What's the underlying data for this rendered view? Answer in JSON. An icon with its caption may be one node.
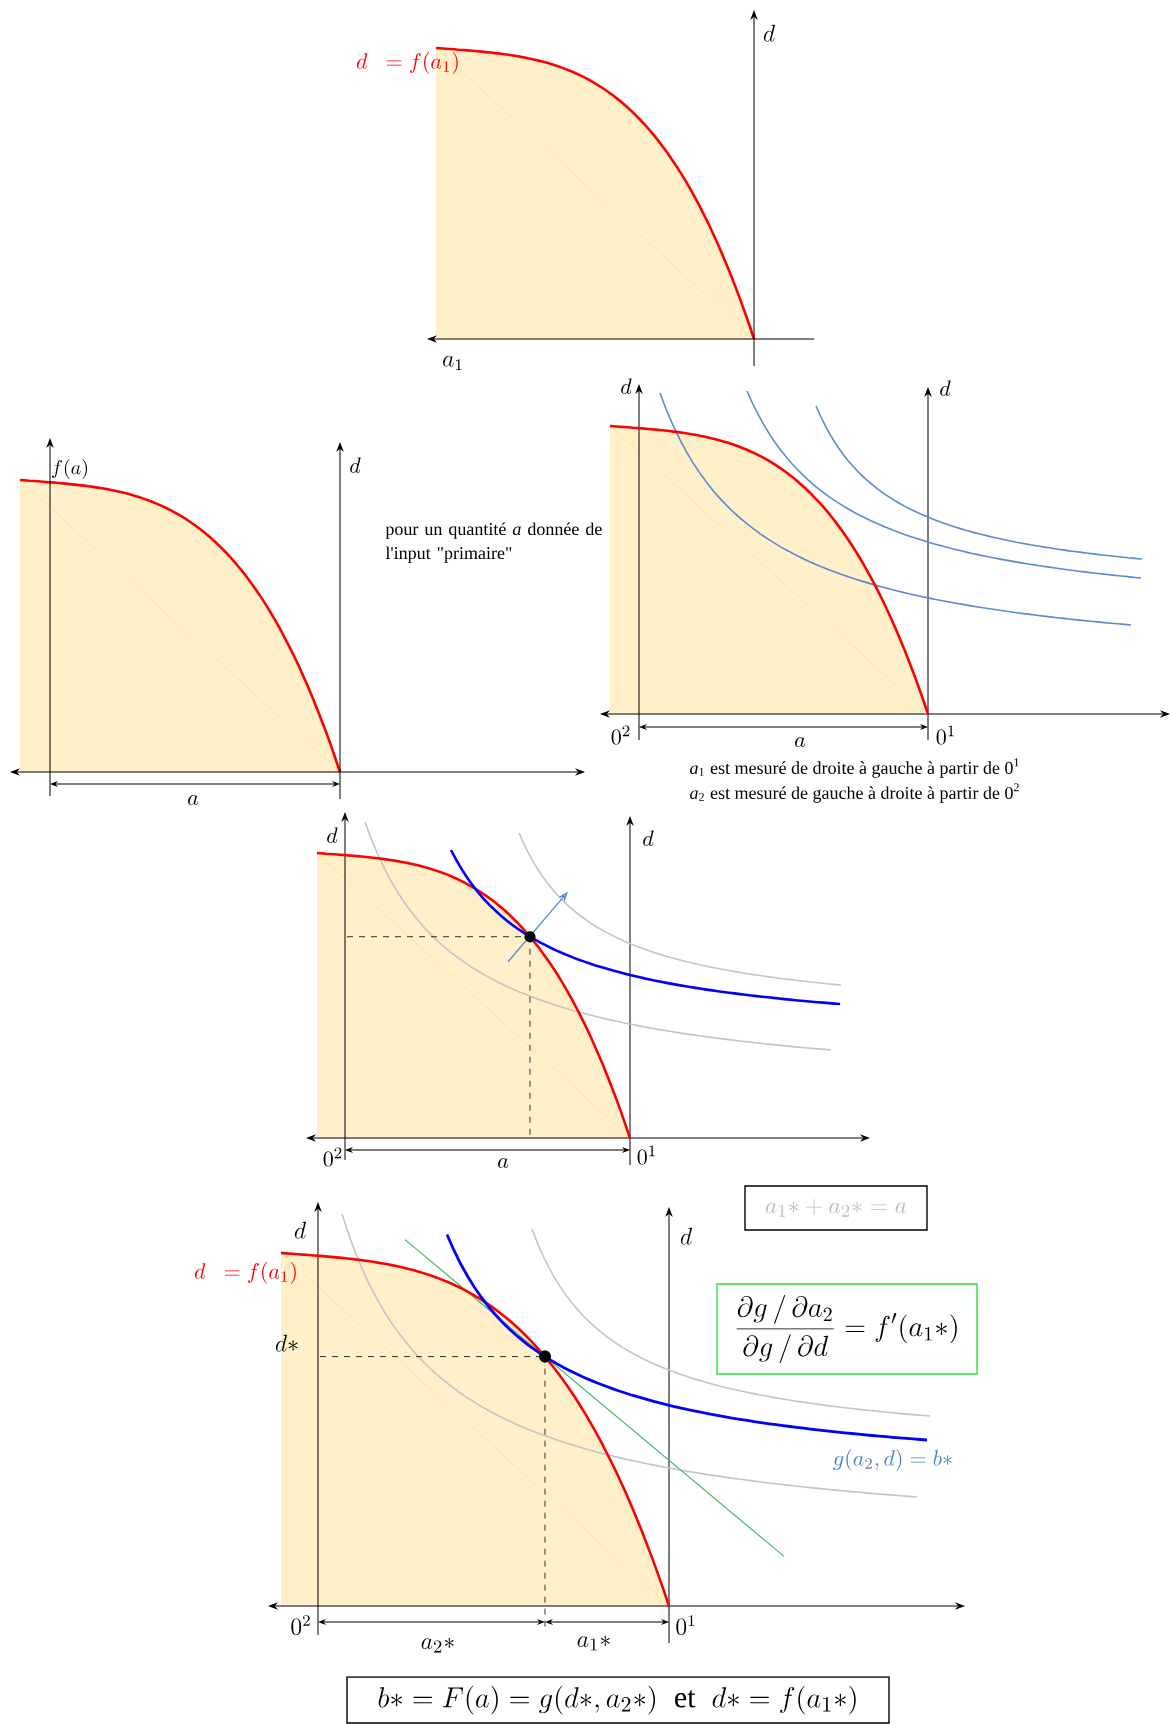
{
  "diagram": {
    "nodes": [
      {
        "text": [
          "a_1{*}+a_2{*}=a"
        ]
      },
      {
        "text": [
          "\\frac{\\partial g\\,/\\,\\partial a_2}{\\partial g\\,/\\,\\partial d}=f'(a_1{*})"
        ]
      },
      {
        "text": [
          "b{*}=F(a)=g(d{*},a_2{*})\\;\\;\\mathrm{et}\\;\\;d{*}=f(a_1{*})"
        ]
      }
    ],
    "labels": [
      "d\\;\\;=f(a_1)",
      "d",
      "a_1",
      "d",
      "d",
      "f(a)",
      "d",
      "pour un quantité *a* donnée de l'input \"primaire\"",
      "0^2",
      "a",
      "0^1",
      "a",
      "*a*$_{1}$ est mesuré de droite à gauche à partir de 0$^{1}$",
      "*a*$_{2}$ est mesuré de gauche à droite à partir de 0$^{2}$",
      "d",
      "d",
      "0^2",
      "a",
      "0^1",
      "d",
      "d",
      "d\\;\\;=f(a_1)",
      "d{*}",
      "g(a_2,d)=b{*}",
      "0^2",
      "a_2{*}",
      "a_1{*}",
      "0^1"
    ]
  }
}
